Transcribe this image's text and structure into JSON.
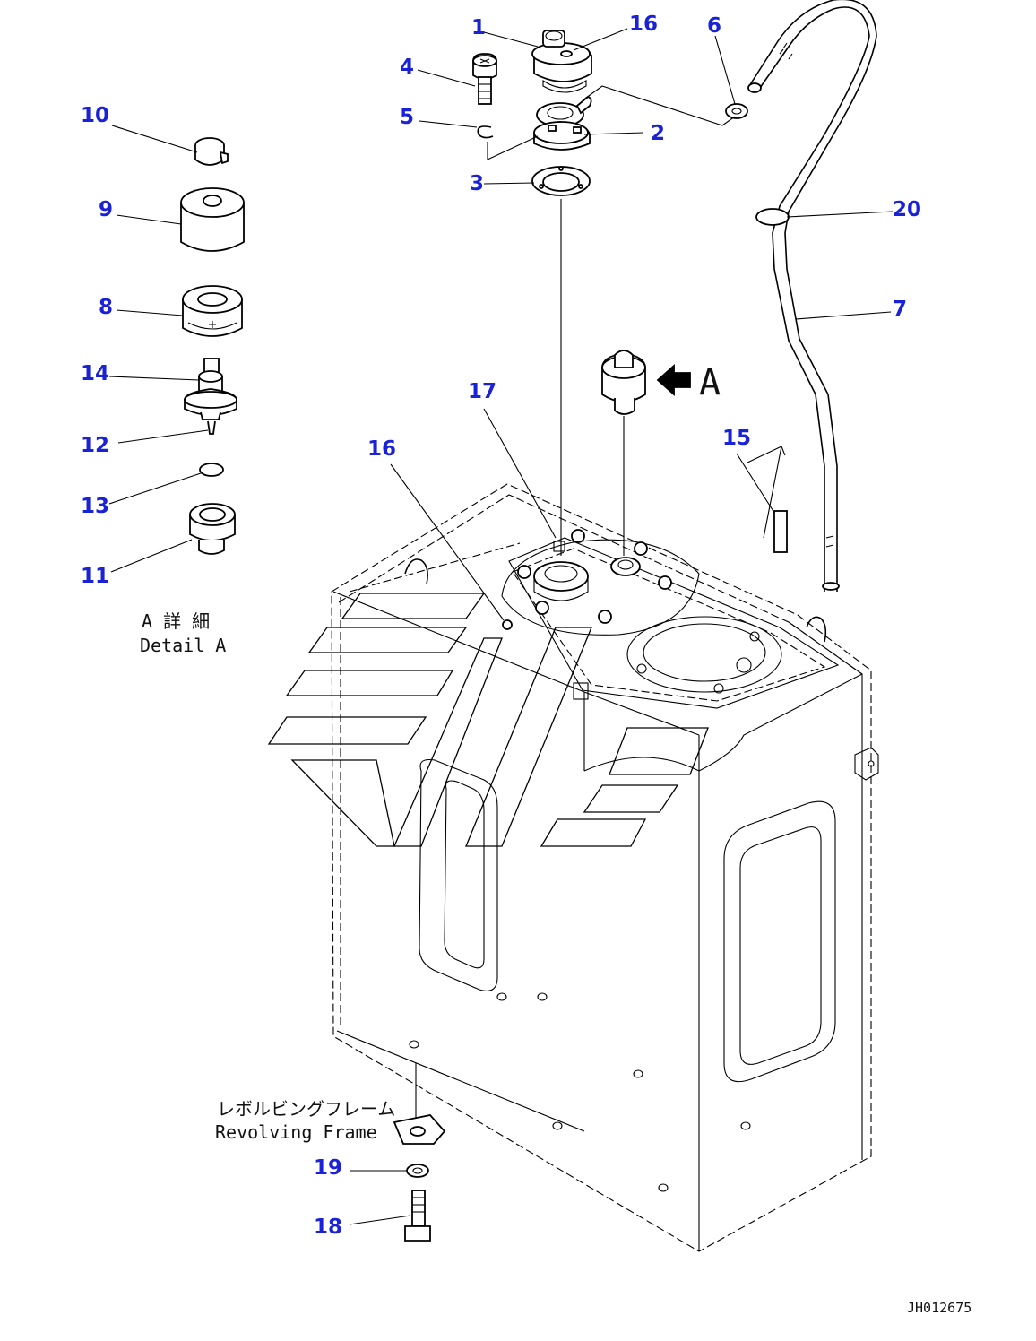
{
  "callouts": [
    "1",
    "16",
    "6",
    "4",
    "5",
    "2",
    "3",
    "20",
    "10",
    "9",
    "8",
    "7",
    "14",
    "17",
    "16",
    "15",
    "12",
    "13",
    "11",
    "19",
    "18"
  ],
  "labels": {
    "view_arrow": "A",
    "detail_jp": "A 詳 細",
    "detail_en": "Detail A",
    "frame_jp": "レボルビングフレーム",
    "frame_en": "Revolving Frame",
    "drawing_no": "JH012675"
  },
  "colors": {
    "callout": "#1a22d8",
    "line": "#000000",
    "background": "#ffffff"
  }
}
